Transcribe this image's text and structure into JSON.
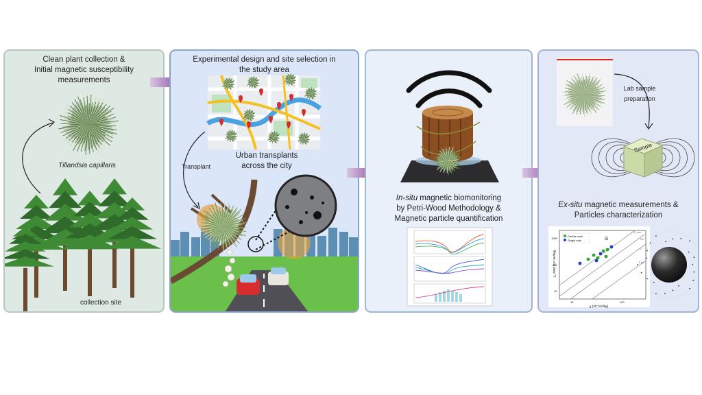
{
  "panel1": {
    "title_line1": "Clean plant collection &",
    "title_line2": "Initial magnetic susceptibility",
    "title_line3": "measurements",
    "species": "Tillandsia capillaris",
    "site_label": "collection site"
  },
  "panel2": {
    "title_line1": "Experimental design and site selection in",
    "title_line2": "the study area",
    "urban_line1": "Urban transplants",
    "urban_line2": "across the city",
    "transplant_label": "Transplant"
  },
  "panel3": {
    "line1_italic": "In-situ",
    "line1_rest": " magnetic biomonitoring",
    "line2": "by Petri-Wood Methodology &",
    "line3": "Magnetic particle quantification"
  },
  "panel4": {
    "lab_line1": "Lab sample",
    "lab_line2": "preparation",
    "sample_label": "Sample",
    "line1_italic": "Ex-situ",
    "line1_rest": " magnetic measurements &",
    "line2": "Particles characterization",
    "plot_letter": "a",
    "legend": [
      "Double road",
      "Single road"
    ],
    "x_axis": "χ (10⁻⁸m³/kg)",
    "y_axis": "χ_ARM (10⁻⁸m³/kg)",
    "x_ticks": [
      "10",
      "100"
    ],
    "y_ticks": [
      "1000",
      "100",
      "10"
    ],
    "line_labels": [
      "0.1 μm",
      "0.2",
      "1",
      "5 μm"
    ]
  },
  "colors": {
    "arrow": "#7b3593",
    "panel1_bg": "#dfe9e4",
    "panel2_bg": "#dbe7f8",
    "panel3_bg": "#eaf0fa",
    "panel4_bg": "#e3e8f7",
    "green_marker": "#2fa52f",
    "blue_marker": "#1f3fbf"
  }
}
